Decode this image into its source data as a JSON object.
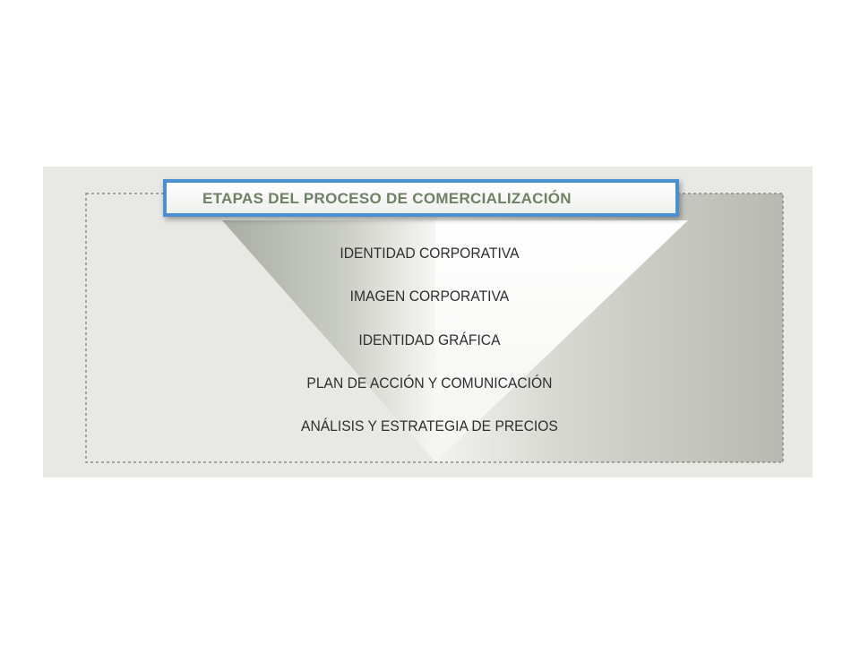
{
  "diagram": {
    "title": "ETAPAS DEL PROCESO DE COMERCIALIZACIÓN",
    "stages": [
      "IDENTIDAD CORPORATIVA",
      "IMAGEN CORPORATIVA",
      "IDENTIDAD GRÁFICA",
      "PLAN DE ACCIÓN Y COMUNICACIÓN",
      "ANÁLISIS Y ESTRATEGIA DE PRECIOS"
    ],
    "colors": {
      "panel_background": "#e8e9e5",
      "title_border": "#4a90d0",
      "title_text": "#6e8066",
      "funnel_light": "#ffffff",
      "funnel_dark": "#a9ada2",
      "frame_dash": "#8c8c8c"
    }
  }
}
